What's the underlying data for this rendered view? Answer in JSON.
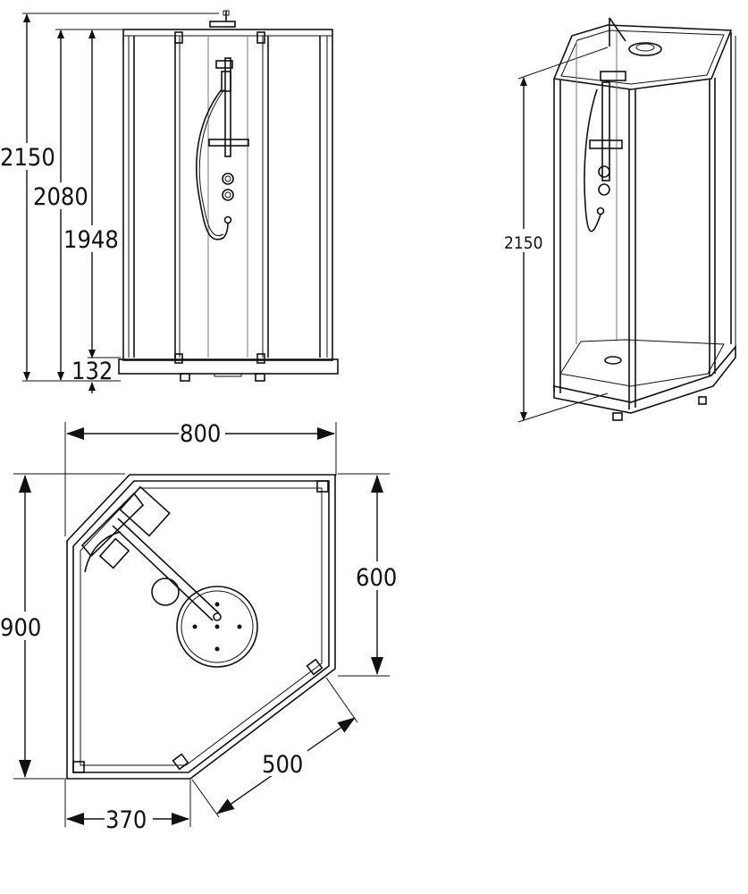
{
  "front_view": {
    "dimensions": {
      "total_height": "2150",
      "cabin_height": "2080",
      "door_height": "1948",
      "tray_height": "132"
    }
  },
  "perspective_view": {
    "dimensions": {
      "total_height": "2150"
    }
  },
  "plan_view": {
    "dimensions": {
      "width": "800",
      "depth": "900",
      "side_depth": "600",
      "door_width": "500",
      "front_side": "370"
    }
  }
}
